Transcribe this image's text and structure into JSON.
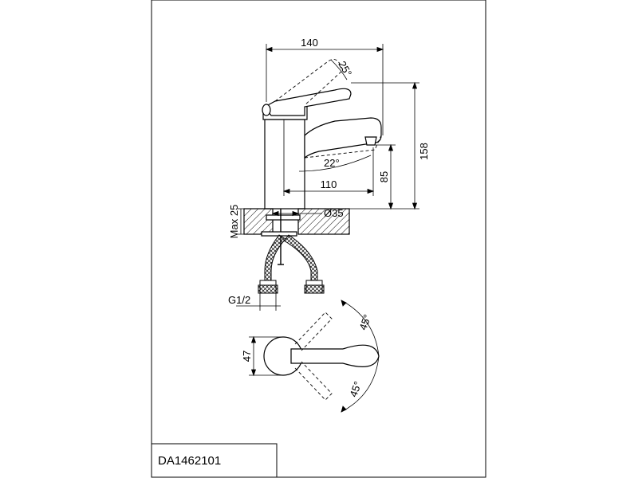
{
  "dimensions": {
    "overall_length": "140",
    "lever_angle": "25°",
    "height": "158",
    "spout_angle": "22°",
    "spout_reach": "110",
    "spout_height": "85",
    "max_thickness": "Max 25",
    "hole_diameter": "Ø35",
    "thread": "G1/2",
    "body_width": "47",
    "rotation_top": "45°",
    "rotation_bottom": "45°"
  },
  "title_block": {
    "code": "DA1462101"
  }
}
